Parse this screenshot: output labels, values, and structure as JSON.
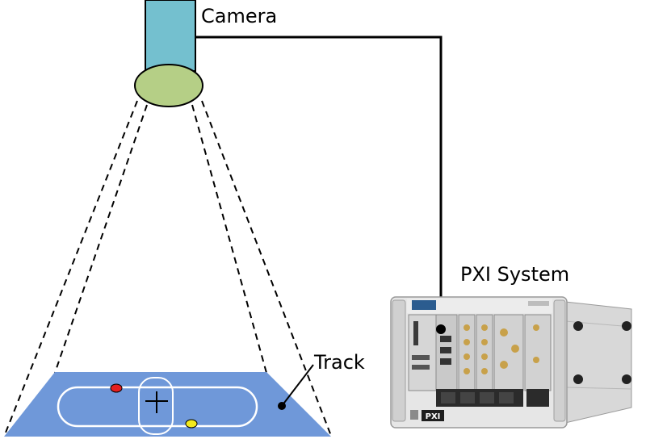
{
  "labels": {
    "camera": "Camera",
    "pxi_system": "PXI System",
    "track": "Track"
  },
  "pxi_front_badge": "PXI",
  "colors": {
    "camera_body": "#74C0CF",
    "camera_lens": "#B5CF86",
    "track_surface": "#6F98D9",
    "track_lines": "#FFFFFF",
    "marker_red": "#E41F1F",
    "marker_yellow": "#F2EA1D",
    "cable": "#000000",
    "chassis": "#E4E4E4",
    "chassis_dark": "#2B2B2B"
  },
  "icons": {
    "camera": "camera-icon",
    "pxi_chassis": "pxi-chassis-icon",
    "crosshair": "crosshair-icon"
  }
}
